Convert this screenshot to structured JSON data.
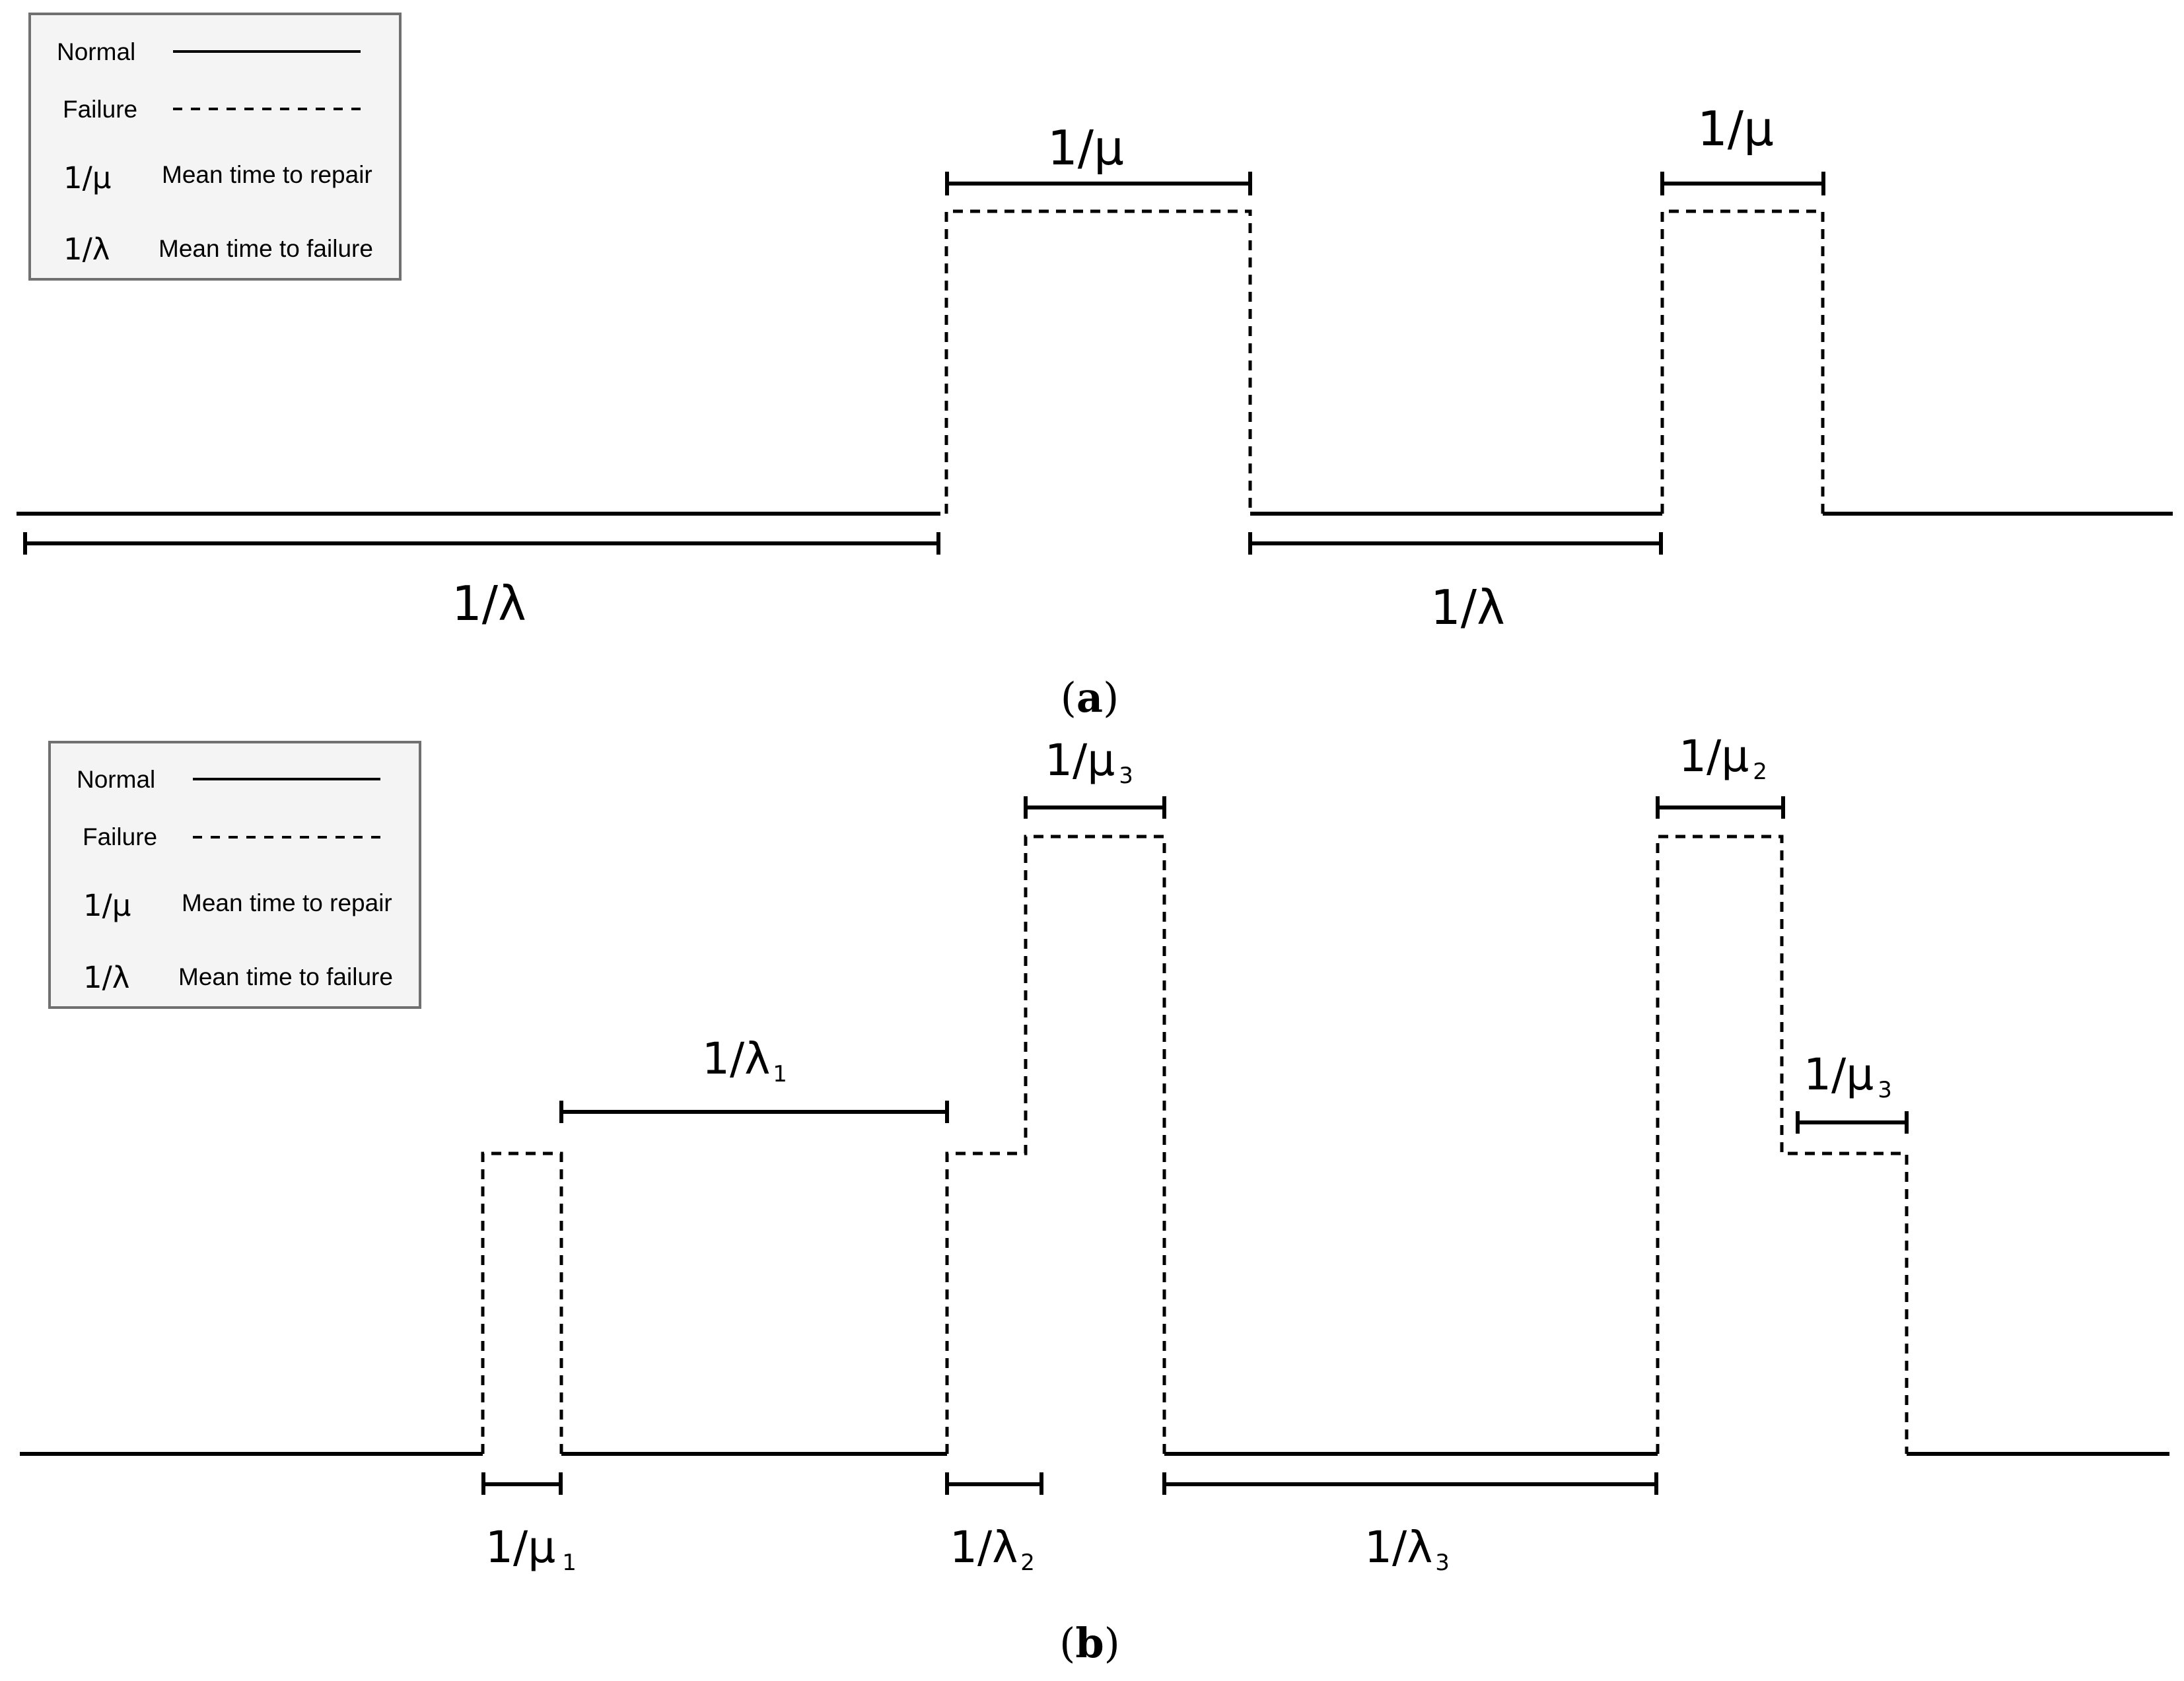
{
  "legend": {
    "normal_label": "Normal",
    "failure_label": "Failure",
    "repair_symbol": "1/μ",
    "repair_text": "Mean time to repair",
    "failure_symbol": "1/λ",
    "failure_text": "Mean time to failure"
  },
  "panel_a": {
    "caption_open": "(",
    "caption_letter": "a",
    "caption_close": ")",
    "labels": {
      "mttf_1": "1/λ",
      "mttr_1": "1/μ",
      "mttf_2": "1/λ",
      "mttr_2": "1/μ"
    }
  },
  "panel_b": {
    "caption_open": "(",
    "caption_letter": "b",
    "caption_close": ")",
    "labels": {
      "mttr_1": {
        "base": "1/μ",
        "sub": "1"
      },
      "mttf_1": {
        "base": "1/λ",
        "sub": "1"
      },
      "mttf_2": {
        "base": "1/λ",
        "sub": "2"
      },
      "mttr_3_top": {
        "base": "1/μ",
        "sub": "3"
      },
      "mttf_3": {
        "base": "1/λ",
        "sub": "3"
      },
      "mttr_2": {
        "base": "1/μ",
        "sub": "2"
      },
      "mttr_3_low": {
        "base": "1/μ",
        "sub": "3"
      }
    }
  }
}
